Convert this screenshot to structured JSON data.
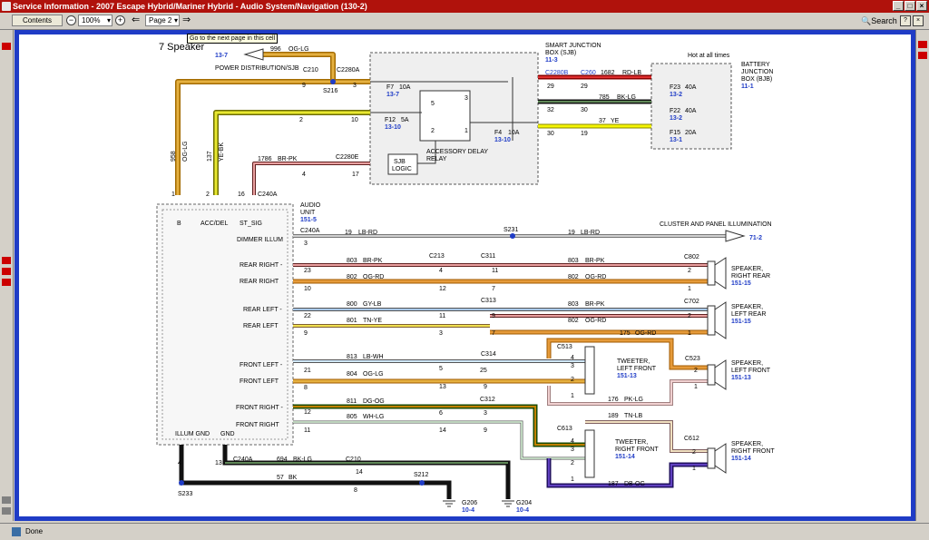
{
  "window": {
    "title": "Service Information - 2007 Escape Hybrid/Mariner Hybrid - Audio System/Navigation (130-2)"
  },
  "toolbar": {
    "contents": "Contents",
    "zoom": "100%",
    "page": "Page 2",
    "search": "Search"
  },
  "tooltip": "Go to the next page in this cell",
  "status": {
    "text": "Done"
  },
  "diagram": {
    "heading": "7 Speaker",
    "ref_top": "13-7",
    "power_dist": "POWER DISTRIBUTION/SJB",
    "sjb": {
      "l1": "SMART JUNCTION",
      "l2": "BOX (SJB)",
      "ref": "11-3"
    },
    "hot": "Hot at all times",
    "bjb": {
      "l1": "BATTERY",
      "l2": "JUNCTION",
      "l3": "BOX (BJB)",
      "ref": "11-1"
    },
    "fuses": {
      "f23": "F23",
      "f23a": "40A",
      "f23r": "13-2",
      "f22": "F22",
      "f22a": "40A",
      "f22r": "13-2",
      "f15": "F15",
      "f15a": "20A",
      "f15r": "13-1",
      "f7": "F7",
      "f7a": "10A",
      "f7r": "13-7",
      "f12": "F12",
      "f12a": "5A",
      "f12r": "13-10",
      "f4": "F4",
      "f4a": "10A",
      "f4r": "13-10"
    },
    "relay": {
      "l1": "ACCESSORY DELAY",
      "l2": "RELAY"
    },
    "sjb_logic": {
      "l1": "SJB",
      "l2": "LOGIC"
    },
    "audio": {
      "l1": "AUDIO",
      "l2": "UNIT",
      "ref": "151-5"
    },
    "audio_pins": {
      "b": "B",
      "acc": "ACC/DEL",
      "st": "ST_SIG",
      "illum": "ILLUM GND",
      "gnd": "GND"
    },
    "cluster": {
      "label": "CLUSTER AND PANEL ILLUMINATION",
      "ref": "71-2"
    },
    "circuits": {
      "dimmer": "DIMMER ILLUM",
      "rr1": "REAR RIGHT -",
      "rr2": "REAR RIGHT",
      "rl1": "REAR LEFT -",
      "rl2": "REAR LEFT",
      "fl1": "FRONT LEFT -",
      "fl2": "FRONT LEFT",
      "fr1": "FRONT RIGHT -",
      "fr2": "FRONT RIGHT"
    },
    "wires": {
      "w996": "996",
      "w996c": "OG-LG",
      "w1682": "1682",
      "w1682c": "RD-LB",
      "w785": "785",
      "w785c": "BK-LG",
      "w37": "37",
      "w37c": "YE",
      "w1786": "1786",
      "w1786c": "BR-PK",
      "w19": "19",
      "w19c": "LB-RD",
      "w803": "803",
      "w803c": "BR-PK",
      "w802": "802",
      "w802c": "OG-RD",
      "w800": "800",
      "w800c": "GY-LB",
      "w801": "801",
      "w801c": "TN-YE",
      "w175": "175",
      "w175c": "OG-RD",
      "w813": "813",
      "w813c": "LB-WH",
      "w804": "804",
      "w804c": "OG-LG",
      "w176": "176",
      "w176c": "PK-LG",
      "w811": "811",
      "w811c": "DG-OG",
      "w189": "189",
      "w189c": "TN-LB",
      "w805": "805",
      "w805c": "WH-LG",
      "w187": "187",
      "w187c": "DB-OG",
      "w694": "694",
      "w694c": "BK-LG",
      "w57": "57",
      "w57c": "BK",
      "v958": "958",
      "v958c": "OG-LG",
      "v137": "137",
      "v137c": "YE-BK"
    },
    "connectors": {
      "c210": "C210",
      "c2280a": "C2280A",
      "c2280b": "C2280B",
      "c260": "C260",
      "c2280e": "C2280E",
      "c240a": "C240A",
      "c213": "C213",
      "c311": "C311",
      "c313": "C313",
      "c314": "C314",
      "c312": "C312",
      "c802": "C802",
      "c702": "C702",
      "c513": "C513",
      "c523": "C523",
      "c613": "C613",
      "c612": "C612",
      "s216": "S216",
      "s231": "S231",
      "s212": "S212",
      "s233": "S233",
      "g206": "G206",
      "g206r": "10-4",
      "g204": "G204",
      "g204r": "10-4"
    },
    "pins": {
      "p9": "9",
      "p3": "3",
      "p2": "2",
      "p10": "10",
      "p4": "4",
      "p17": "17",
      "p29": "29",
      "p32": "32",
      "p30": "30",
      "p19": "19",
      "p1": "1",
      "p16": "16",
      "p23": "23",
      "p22": "22",
      "p21": "21",
      "p8": "8",
      "p12": "12",
      "p11": "11",
      "p5": "5",
      "p13": "13",
      "p25": "25",
      "p6": "6",
      "p14": "14",
      "p7": "7",
      "p_relay5": "5",
      "p_relay3": "3",
      "p_relay2": "2",
      "p_relay1": "1"
    },
    "speakers": {
      "sr": {
        "l1": "SPEAKER,",
        "l2": "RIGHT REAR",
        "ref": "151-15"
      },
      "sl": {
        "l1": "SPEAKER,",
        "l2": "LEFT REAR",
        "ref": "151-15"
      },
      "tl": {
        "l1": "TWEETER,",
        "l2": "LEFT FRONT",
        "ref": "151-13"
      },
      "slf": {
        "l1": "SPEAKER,",
        "l2": "LEFT FRONT",
        "ref": "151-13"
      },
      "tr": {
        "l1": "TWEETER,",
        "l2": "RIGHT FRONT",
        "ref": "151-14"
      },
      "srf": {
        "l1": "SPEAKER,",
        "l2": "RIGHT FRONT",
        "ref": "151-14"
      }
    }
  }
}
